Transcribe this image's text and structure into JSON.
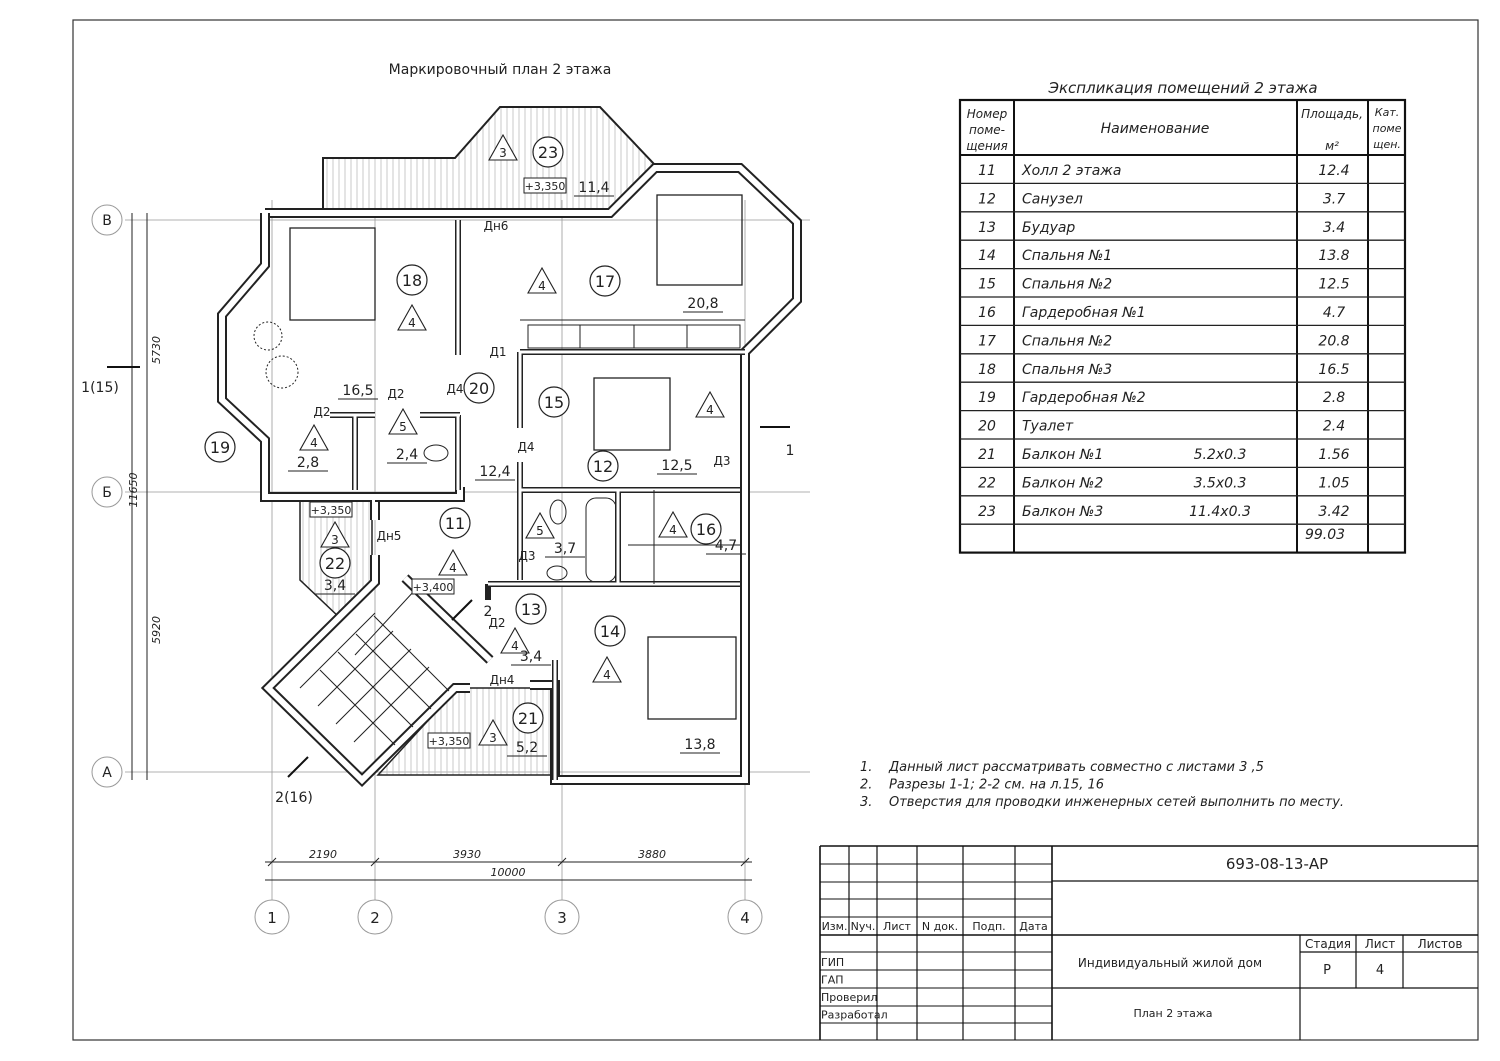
{
  "drawing_title": "Маркировочный план 2 этажа",
  "explication": {
    "title": "Экспликация помещений 2 этажа",
    "headers": {
      "number": "Номер поме-щения",
      "number_lines": [
        "Номер",
        "поме-",
        "щения"
      ],
      "name": "Наименование",
      "area": "Площадь,",
      "area_unit": "м²",
      "category_lines": [
        "Кат.",
        "поме",
        "щен."
      ]
    },
    "rows": [
      {
        "num": "11",
        "name": "Холл 2 этажа",
        "size": "",
        "area": "12.4"
      },
      {
        "num": "12",
        "name": "Санузел",
        "size": "",
        "area": "3.7"
      },
      {
        "num": "13",
        "name": "Будуар",
        "size": "",
        "area": "3.4"
      },
      {
        "num": "14",
        "name": "Спальня №1",
        "size": "",
        "area": "13.8"
      },
      {
        "num": "15",
        "name": "Спальня №2",
        "size": "",
        "area": "12.5"
      },
      {
        "num": "16",
        "name": "Гардеробная №1",
        "size": "",
        "area": "4.7"
      },
      {
        "num": "17",
        "name": "Спальня №2",
        "size": "",
        "area": "20.8"
      },
      {
        "num": "18",
        "name": "Спальня №3",
        "size": "",
        "area": "16.5"
      },
      {
        "num": "19",
        "name": "Гардеробная №2",
        "size": "",
        "area": "2.8"
      },
      {
        "num": "20",
        "name": "Туалет",
        "size": "",
        "area": "2.4"
      },
      {
        "num": "21",
        "name": "Балкон №1",
        "size": "5.2x0.3",
        "area": "1.56"
      },
      {
        "num": "22",
        "name": "Балкон №2",
        "size": "3.5x0.3",
        "area": "1.05"
      },
      {
        "num": "23",
        "name": "Балкон №3",
        "size": "11.4x0.3",
        "area": "3.42"
      }
    ],
    "total": "99.03"
  },
  "notes": [
    {
      "num": "1.",
      "text": "Данный лист рассматривать совместно с листами 3 ,5"
    },
    {
      "num": "2.",
      "text": "Разрезы 1-1; 2-2 см. на л.15, 16"
    },
    {
      "num": "3.",
      "text": "Отверстия для проводки инженерных сетей выполнить по месту."
    }
  ],
  "plan": {
    "rooms": [
      {
        "num": "23",
        "mark": "3",
        "area": "11,4",
        "elevation": "+3,350"
      },
      {
        "num": "18",
        "mark": "4",
        "area": "16,5"
      },
      {
        "num": "17",
        "mark": "4",
        "area": "20,8"
      },
      {
        "num": "15",
        "mark": "4",
        "area": "12,5"
      },
      {
        "num": "20",
        "mark": "5",
        "area": "2,4"
      },
      {
        "num": "19",
        "mark": "4",
        "area": "2,8"
      },
      {
        "num": "12",
        "mark": "5",
        "area": "3,7"
      },
      {
        "num": "11",
        "mark": "4",
        "area": "12,4",
        "elevation": "+3,400"
      },
      {
        "num": "16",
        "mark": "4",
        "area": "4,7"
      },
      {
        "num": "22",
        "mark": "3",
        "area": "3,4",
        "elevation": "+3,350"
      },
      {
        "num": "13",
        "mark": "4",
        "area": "3,4"
      },
      {
        "num": "14",
        "mark": "4",
        "area": "13,8"
      },
      {
        "num": "21",
        "mark": "3",
        "area": "5,2",
        "elevation": "+3,350"
      }
    ],
    "doors": [
      "Дн6",
      "Д1",
      "Д2",
      "Д2",
      "Д4",
      "Д4",
      "Д3",
      "Д3",
      "Д2",
      "Дн5",
      "Дн4"
    ],
    "axes_cols": [
      "1",
      "2",
      "3",
      "4"
    ],
    "axes_rows": [
      "В",
      "Б",
      "А"
    ],
    "dims_bottom": [
      "2190",
      "3930",
      "3880"
    ],
    "dim_total": "10000",
    "dims_left": [
      "5730",
      "5920"
    ],
    "dim_left_total": "11650",
    "sections": [
      "1(15)",
      "1",
      "2",
      "2(16)"
    ]
  },
  "title_block": {
    "code": "693-08-13-АР",
    "project": "Индивидуальный жилой дом",
    "sheet_title": "План 2 этажа",
    "columns": [
      "Изм.",
      "Nуч.",
      "Лист",
      "N док.",
      "Подп.",
      "Дата"
    ],
    "roles": [
      "ГИП",
      "ГАП",
      "Проверил",
      "Разработал"
    ],
    "stage_label": "Стадия",
    "sheet_label": "Лист",
    "sheets_label": "Листов",
    "stage": "Р",
    "sheet": "4"
  }
}
